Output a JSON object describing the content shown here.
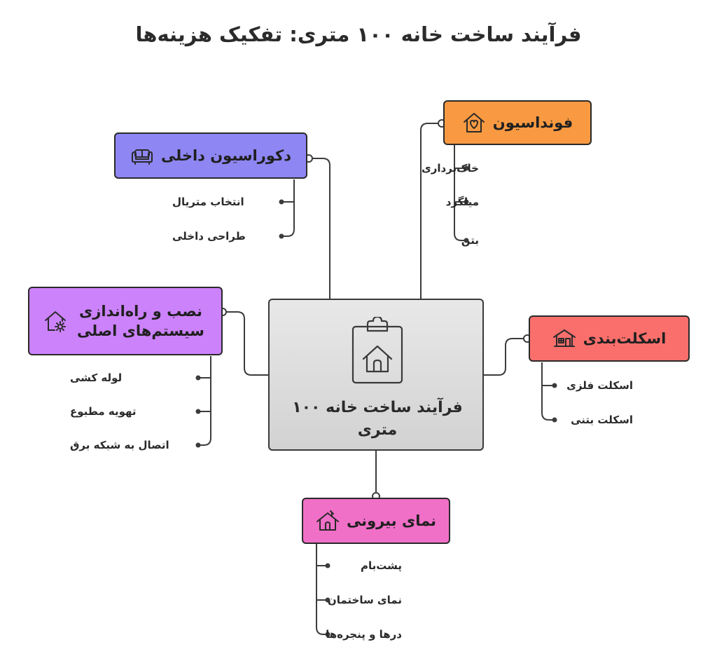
{
  "title": "فرآیند ساخت خانه ۱۰۰ متری: تفکیک هزینه‌ها",
  "center": {
    "label": "فرآیند ساخت خانه ۱۰۰ متری",
    "icon": "clipboard-house-icon"
  },
  "branches": {
    "foundation": {
      "label": "فونداسیون",
      "icon": "house-heart-icon",
      "color": "#f99a42",
      "items": [
        "خاک‌برداری",
        "میلگرد",
        "بتن"
      ]
    },
    "interior": {
      "label": "دکوراسیون داخلی",
      "icon": "sofa-icon",
      "color": "#8e86f2",
      "items": [
        "انتخاب متریال",
        "طراحی داخلی"
      ]
    },
    "systems": {
      "label": "نصب و راه‌اندازی سیستم‌های اصلی",
      "icon": "house-gear-icon",
      "color": "#cc82fb",
      "items": [
        "لوله کشی",
        "تهویه مطبوع",
        "اتصال به شبکه برق"
      ]
    },
    "skeleton": {
      "label": "اسکلت‌بندی",
      "icon": "house-frame-icon",
      "color": "#fa6f6c",
      "items": [
        "اسکلت فلزی",
        "اسکلت بتنی"
      ]
    },
    "facade": {
      "label": "نمای بیرونی",
      "icon": "house-roof-icon",
      "color": "#f06fc7",
      "items": [
        "پشت‌بام",
        "نمای ساختمان",
        "درها و پنجره‌ها"
      ]
    }
  }
}
